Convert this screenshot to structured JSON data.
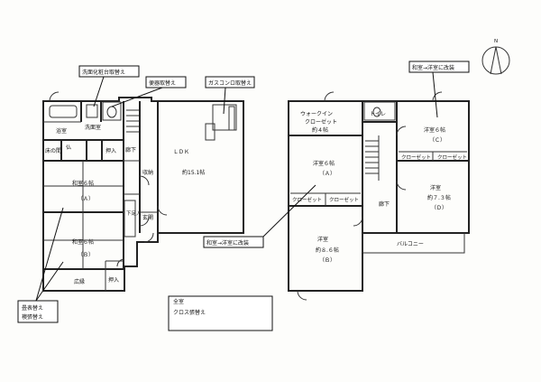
{
  "notes": {
    "washbasin": "洗面化粧台取替え",
    "toilet_replace": "便器取替え",
    "gas_stove": "ガスコンロ取替え",
    "washitsu_to_yoshitsu_1": "和室→洋室に改装",
    "washitsu_to_yoshitsu_2": "和室→洋室に改装",
    "tatami": "畳表替え",
    "fusuma": "襖張替え",
    "zenshitsu": "全室",
    "cloth": "クロス張替え"
  },
  "compass": {
    "label": "N"
  },
  "rooms": {
    "bath": "浴室",
    "senmen": "洗面室",
    "toko": "床の間",
    "butsu": "仏",
    "oshiire_top": "押入",
    "washitsu_a_1": "和室６帖",
    "washitsu_a_2": "（Ａ）",
    "washitsu_b_1": "和室６帖",
    "washitsu_b_2": "（Ｂ）",
    "hiroen": "広縁",
    "oshiire_bottom": "押入",
    "rouka": "廊下",
    "shuno": "収納",
    "genkan": "玄関",
    "gesoko": "下足入",
    "ldk_1": "ＬＤＫ",
    "ldk_2": "約15.1帖",
    "wic_1": "ウォークイン",
    "wic_2": "クローゼット",
    "wic_3": "約４帖",
    "toilet2": "トイレ",
    "yoshitsu_a_1": "洋室６帖",
    "yoshitsu_a_2": "（Ａ）",
    "closet_1": "クローゼット",
    "closet_2": "クローゼット",
    "yoshitsu_b_1": "洋室",
    "yoshitsu_b_2": "約８.６帖",
    "yoshitsu_b_3": "（Ｂ）",
    "yoshitsu_c_1": "洋室６帖",
    "yoshitsu_c_2": "（Ｃ）",
    "closet_3": "クローゼット",
    "closet_4": "クローゼット",
    "yoshitsu_d_1": "洋室",
    "yoshitsu_d_2": "約７.３帖",
    "yoshitsu_d_3": "（Ｄ）",
    "rouka2": "廊下",
    "balcony": "バルコニー"
  }
}
